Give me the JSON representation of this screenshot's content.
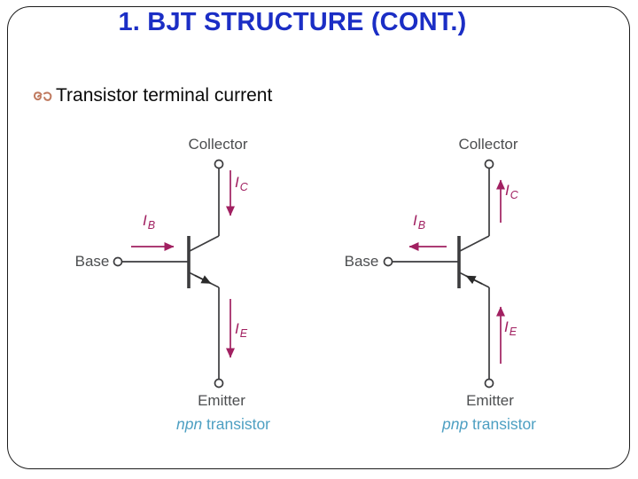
{
  "slide": {
    "title": "1. BJT STRUCTURE (CONT.)",
    "bullet_text": "Transistor terminal current"
  },
  "colors": {
    "title_blue": "#1b2ec5",
    "current_magenta": "#a12061",
    "terminal_label_gray": "#4c4e50",
    "type_label_teal": "#4d9fc2",
    "bullet_salmon": "#c07a5f",
    "circuit_line": "#3c3c3e"
  },
  "diagrams": [
    {
      "collector_label": "Collector",
      "base_label": "Base",
      "emitter_label": "Emitter",
      "type_italic": "npn",
      "type_rest": " transistor",
      "currents": {
        "collector": {
          "main": "I",
          "sub": "C",
          "direction": "down"
        },
        "base": {
          "main": "I",
          "sub": "B",
          "direction": "right"
        },
        "emitter": {
          "main": "I",
          "sub": "E",
          "direction": "down"
        }
      }
    },
    {
      "collector_label": "Collector",
      "base_label": "Base",
      "emitter_label": "Emitter",
      "type_italic": "pnp",
      "type_rest": " transistor",
      "currents": {
        "collector": {
          "main": "I",
          "sub": "C",
          "direction": "up"
        },
        "base": {
          "main": "I",
          "sub": "B",
          "direction": "left"
        },
        "emitter": {
          "main": "I",
          "sub": "E",
          "direction": "up"
        }
      }
    }
  ]
}
